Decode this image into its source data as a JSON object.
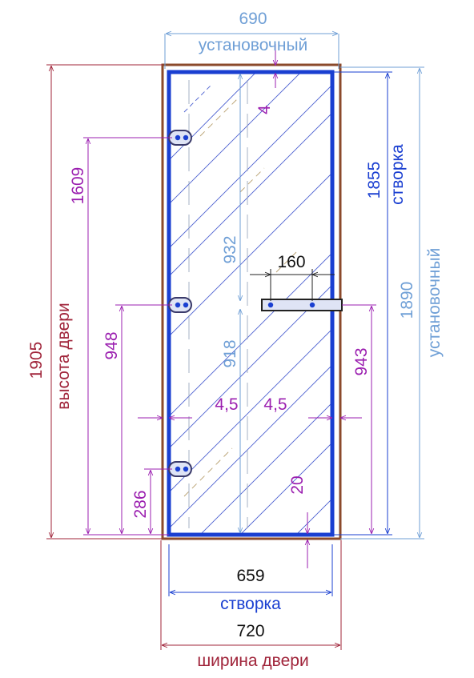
{
  "colors": {
    "frame": "#8b4a2b",
    "leaf": "#1a3fd1",
    "dim_red": "#a0243a",
    "dim_purple": "#9b1fb0",
    "dim_lightblue": "#6f9fd6",
    "dim_blue": "#1a3fd1",
    "hatch": "#4a5fd0",
    "hinge": "#3a3a6a",
    "dim_black": "#222222"
  },
  "dims": {
    "install_width": {
      "value": "690",
      "label": "установочный"
    },
    "leaf_width": {
      "value": "659",
      "label": "створка"
    },
    "door_width": {
      "value": "720",
      "label": "ширина двери"
    },
    "door_height": {
      "value": "1905",
      "label": "высота двери"
    },
    "leaf_height": {
      "value": "1855",
      "label": "створка"
    },
    "install_height": {
      "value": "1890",
      "label": "установочный"
    },
    "hinge_top": "1609",
    "hinge_mid": "948",
    "hinge_bottom": "286",
    "top_gap": "4",
    "upper_section": "932",
    "lower_section": "918",
    "handle_length": "160",
    "handle_height": "943",
    "left_gap": "4,5",
    "right_gap": "4,5",
    "bottom_gap": "20"
  }
}
